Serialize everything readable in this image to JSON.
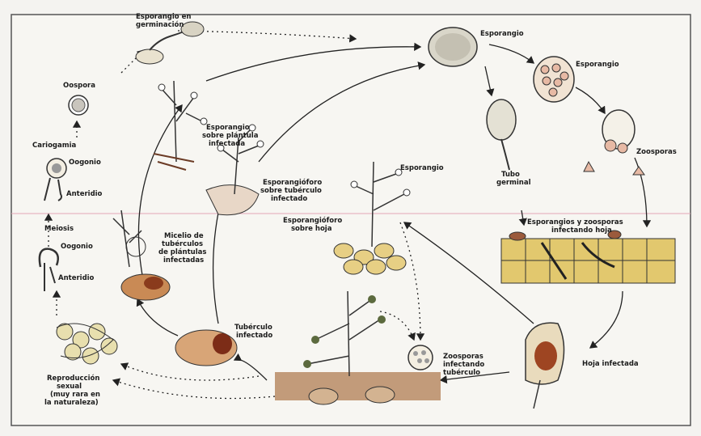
{
  "diagram": {
    "labels": {
      "esporangio_germinacion_1": "Esporangio en",
      "esporangio_germinacion_2": "germinación",
      "oospora": "Oospora",
      "cariogamia": "Cariogamia",
      "oogonio_top": "Oogonio",
      "anteridio_top": "Anteridio",
      "meiosis": "Meiosis",
      "oogonio_bottom": "Oogonio",
      "anteridio_bottom": "Anteridio",
      "reproduccion_1": "Reproducción",
      "reproduccion_2": "sexual",
      "reproduccion_3": "(muy rara en",
      "reproduccion_4": "la naturaleza)",
      "esporangio_plantula_1": "Esporangio",
      "esporangio_plantula_2": "sobre plántula",
      "esporangio_plantula_3": "infectada",
      "micelio_1": "Micelio de",
      "micelio_2": "tubérculos",
      "micelio_3": "de plántulas",
      "micelio_4": "infectadas",
      "tuberculo_1": "Tubérculo",
      "tuberculo_2": "infectado",
      "esporangioforo_tub_1": "Esporangióforo",
      "esporangioforo_tub_2": "sobre tubérculo",
      "esporangioforo_tub_3": "infectado",
      "esporangio_hoja": "Esporangio",
      "esporangioforo_hoja_1": "Esporangióforo",
      "esporangioforo_hoja_2": "sobre hoja",
      "esporangio_top": "Esporangio",
      "esporangio_right": "Esporangio",
      "zoosporas": "Zoosporas",
      "tubo_germinal_1": "Tubo",
      "tubo_germinal_2": "germinal",
      "esporangios_zoosporas_1": "Esporangios y zoosporas",
      "esporangios_zoosporas_2": "infectando hoja",
      "hoja_infectada": "Hoja infectada",
      "zoosporas_tub_1": "Zoosporas",
      "zoosporas_tub_2": "infectando",
      "zoosporas_tub_3": "tubérculo"
    }
  }
}
